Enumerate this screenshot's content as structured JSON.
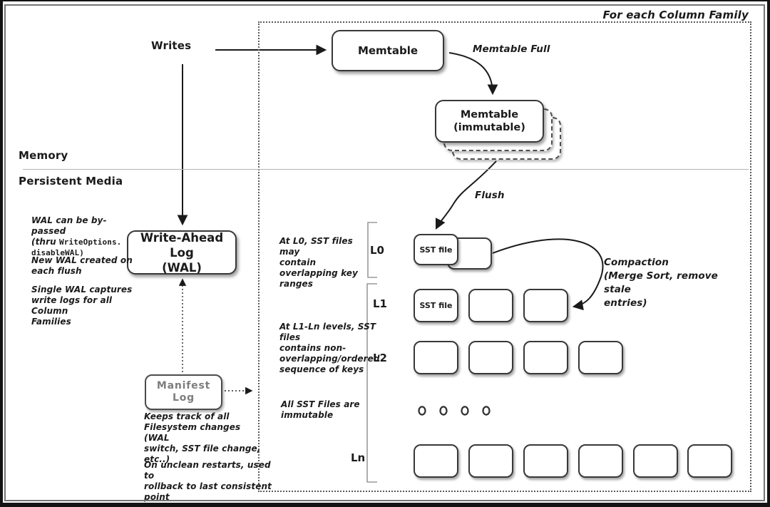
{
  "title": "For each Column Family",
  "sections": {
    "memory_label": "Memory",
    "persistent_label": "Persistent Media"
  },
  "writes_label": "Writes",
  "memtable": {
    "label": "Memtable",
    "full_label": "Memtable Full",
    "immutable_label": "Memtable\n(immutable)",
    "flush_label": "Flush"
  },
  "wal": {
    "box_label": "Write-Ahead Log\n(WAL)",
    "note_bypass_line1": "WAL can be by-passed",
    "note_bypass_prefix": "(thru ",
    "note_bypass_mono1": "WriteOptions.",
    "note_bypass_mono2": "disableWAL)",
    "note_new_wal": "New WAL created on\neach flush",
    "note_single_wal": "Single WAL captures\nwrite logs for all Column\nFamilies"
  },
  "manifest": {
    "box_label": "Manifest\nLog",
    "note_keeps": "Keeps track of all\nFilesystem changes (WAL\nswitch, SST file change,\netc..)",
    "note_restart": "On unclean restarts, used to\nrollback to last consistent\npoint"
  },
  "levels": {
    "l0_label": "L0",
    "l1_label": "L1",
    "l2_label": "L2",
    "ln_label": "Ln",
    "sst_file_label": "SST file",
    "l0_note": "At L0, SST files may\ncontain overlapping key\nranges",
    "l1_note": "At L1-Ln levels, SST files\ncontains non-\noverlapping/ordered\nsequence of keys",
    "immutable_note": "All SST Files are\nimmutable"
  },
  "compaction_label": "Compaction\n(Merge Sort, remove stale\nentries)",
  "colors": {
    "box_border": "#383838",
    "manifest_gray": "#7d7d7d",
    "divider_gray": "#b5b5b5",
    "dotted_border": "#5a5a5a",
    "bracket_gray": "#9a9a9a"
  }
}
